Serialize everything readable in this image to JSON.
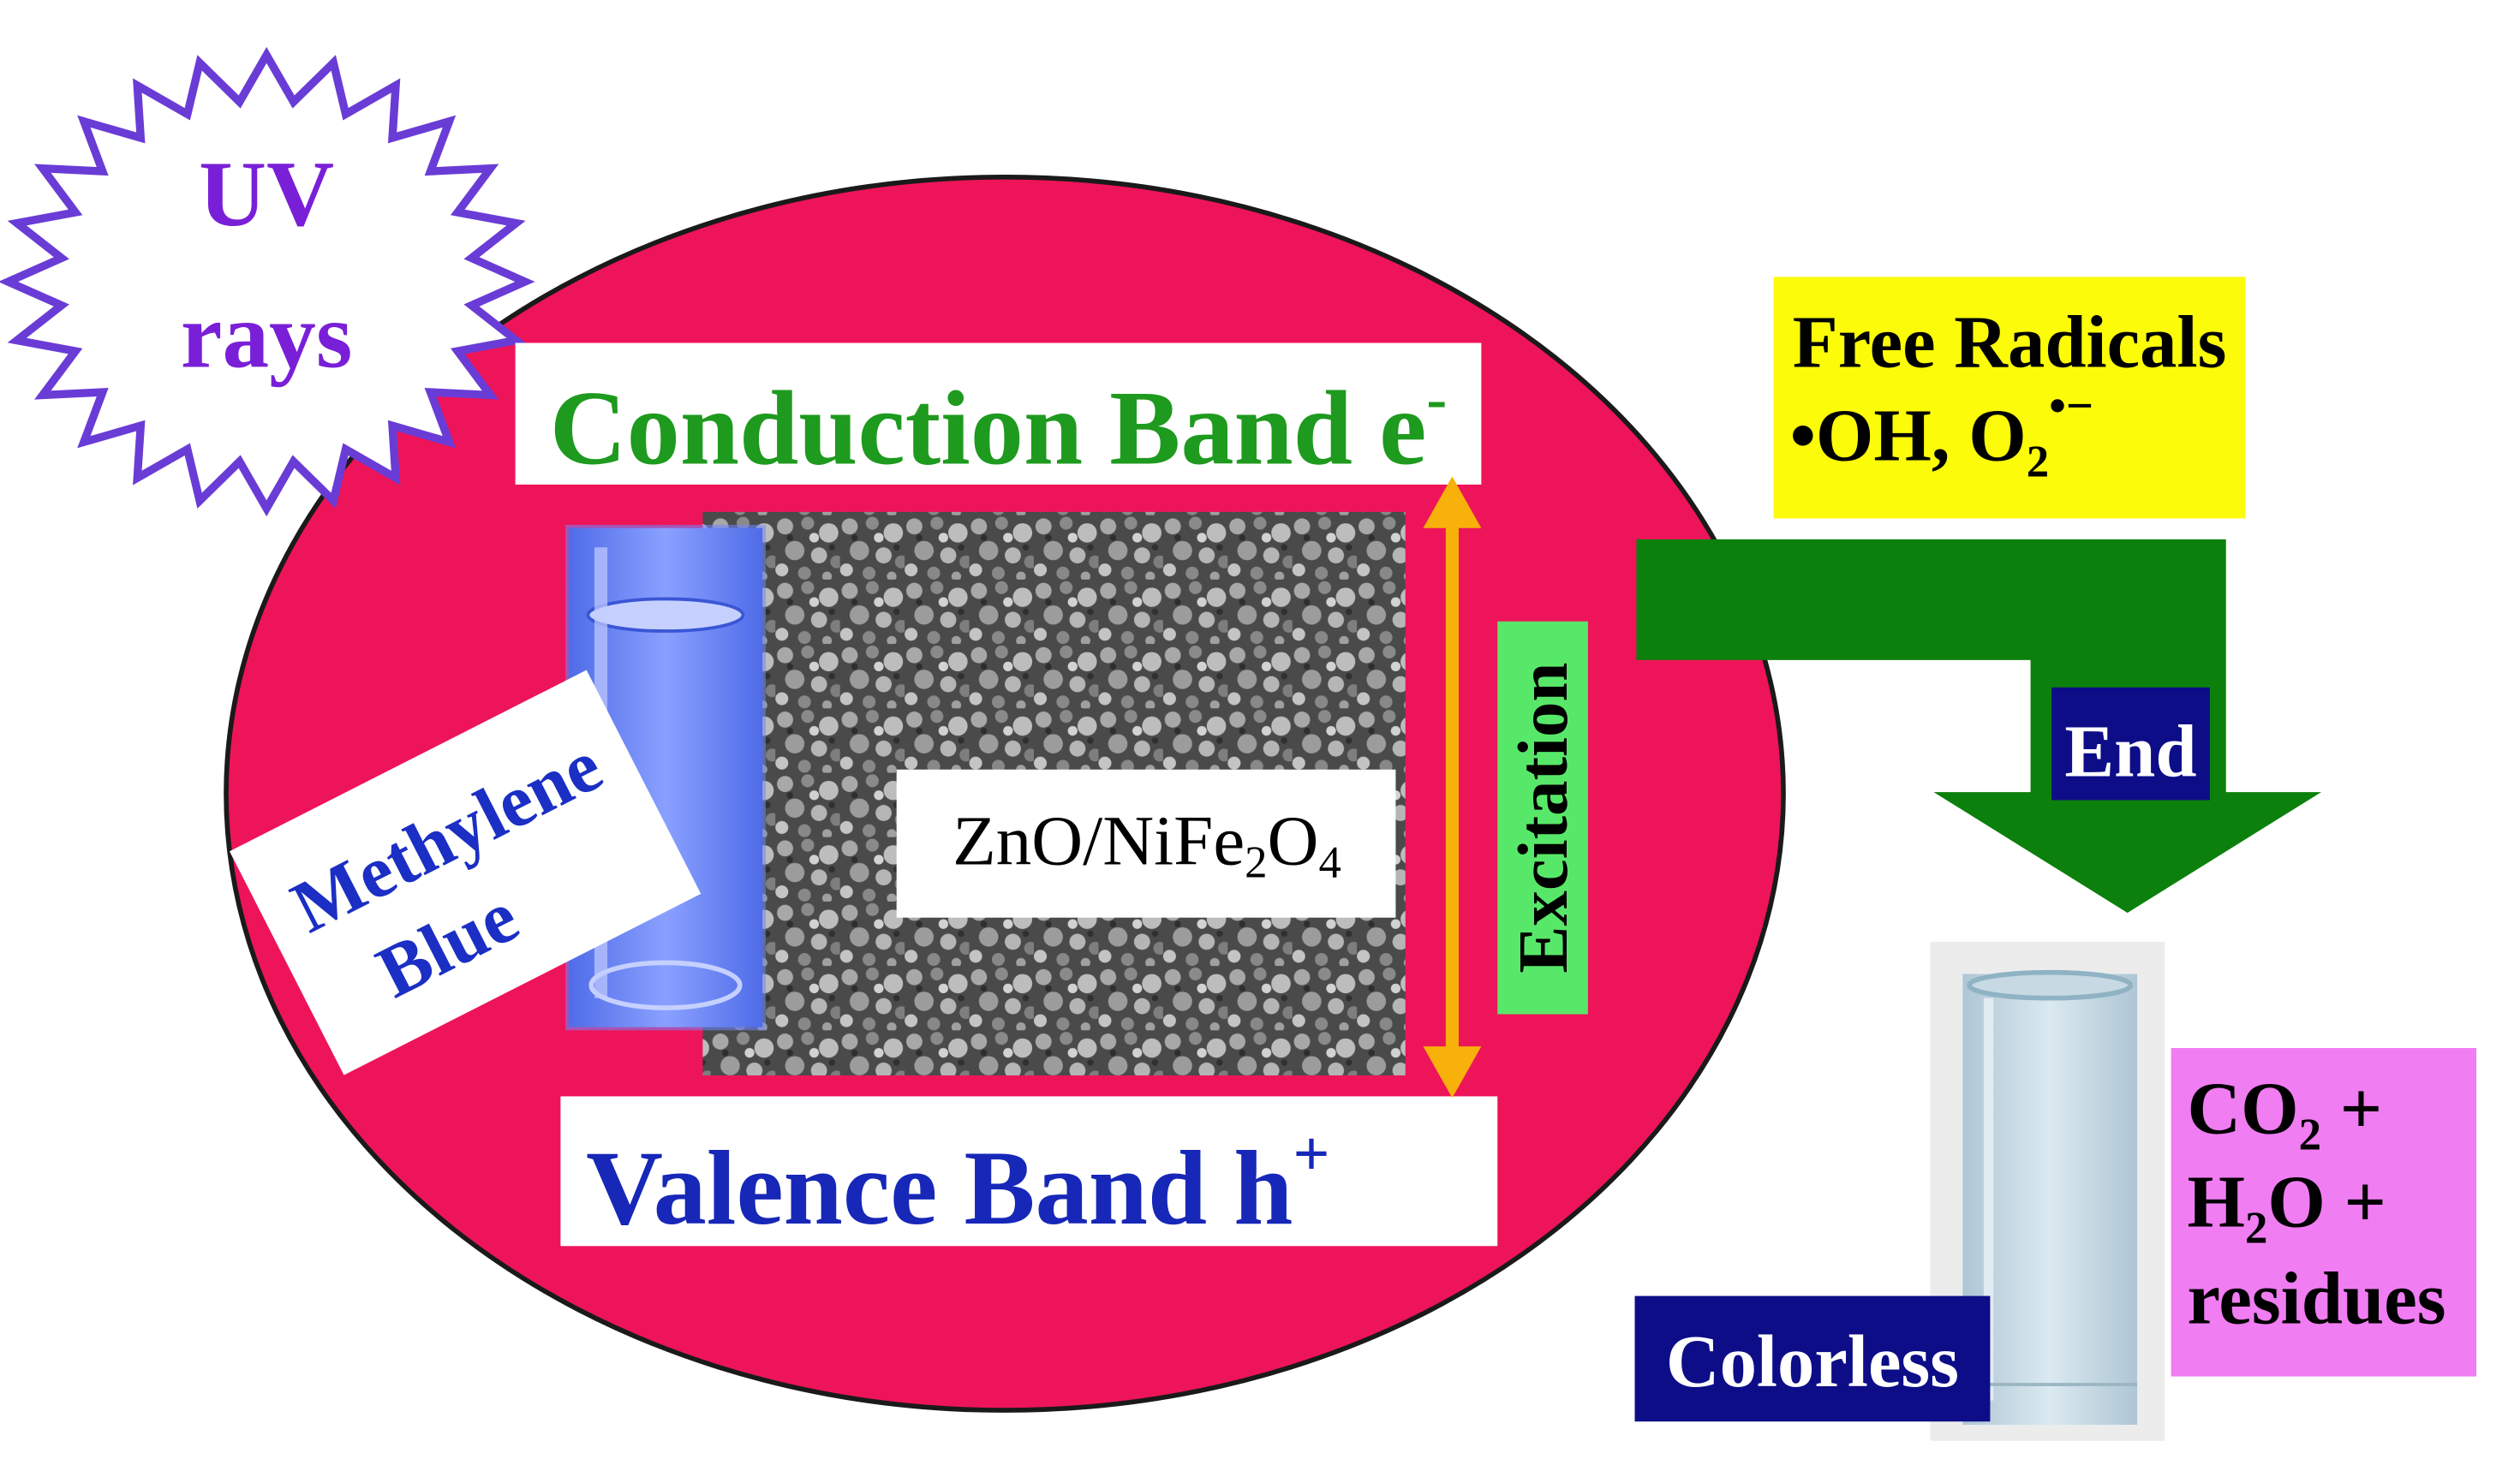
{
  "colors": {
    "ellipse": "#ee1459",
    "uv_star_stroke": "#6a3cd6",
    "uv_text": "#7a1fd8",
    "conduction_text": "#1e9a1e",
    "valence_text": "#1727b8",
    "methylene_text": "#1b2fc4",
    "excitation_bg": "#58e869",
    "excitation_arrow": "#f7b10a",
    "free_radicals_bg": "#fbfb0a",
    "flow_arrow": "#0c800c",
    "dark_label_bg": "#0d0d88",
    "products_bg": "#f07df2",
    "solution_blue": "#6f86ff",
    "solution_pale": "#cde0ea"
  },
  "uv": {
    "line1": "UV",
    "line2": "rays"
  },
  "conduction_band": {
    "text": "Conduction Band e",
    "sup": "-"
  },
  "valence_band": {
    "text": "Valence Band h",
    "sup": "+"
  },
  "catalyst": {
    "p1": "ZnO/NiFe",
    "s1": "2",
    "p2": "O",
    "s2": "4"
  },
  "methylene_blue": {
    "line1": "Methylene",
    "line2": "Blue"
  },
  "excitation": {
    "label": "Excitation"
  },
  "free_radicals": {
    "title": "Free Radicals",
    "prefix": "•OH, O",
    "sub": "2",
    "sup": "•−"
  },
  "end_label": "End",
  "colorless_label": "Colorless",
  "products": {
    "l1_a": "CO",
    "l1_sub": "2",
    "l1_b": " +",
    "l2_a": "H",
    "l2_sub": "2",
    "l2_b": "O +",
    "l3": "residues"
  }
}
